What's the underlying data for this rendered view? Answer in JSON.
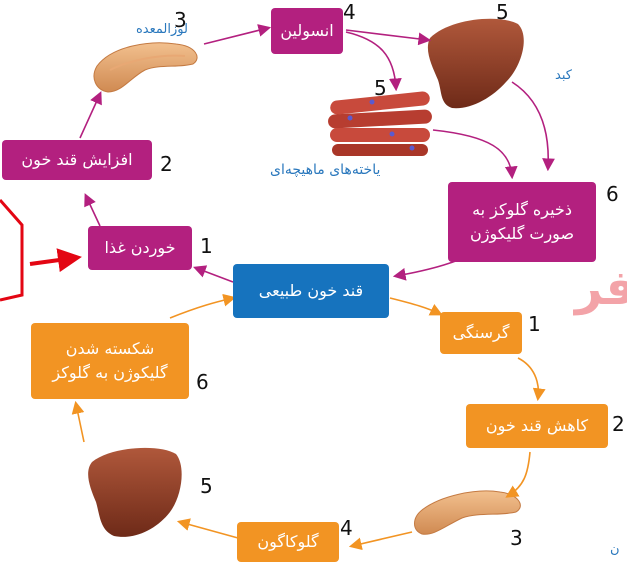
{
  "labels": {
    "pancreas": "لوزالمعده",
    "liver": "کبد",
    "muscle_cells": "یاخته‌های ماهیچه‌ای",
    "corner_fragment": "ن"
  },
  "boxes": {
    "insulin": "انسولین",
    "blood_sugar_increase": "افزایش قند خون",
    "eating_food": "خوردن غذا",
    "glycogen_storage_line1": "ذخیره گلوکز به",
    "glycogen_storage_line2": "صورت گلیکوژن",
    "normal_blood_sugar": "قند خون طبیعی",
    "hunger": "گرسنگی",
    "blood_sugar_decrease": "کاهش قند خون",
    "glucagon": "گلوکاگون",
    "glycogen_breakdown_line1": "شکسته شدن",
    "glycogen_breakdown_line2": "گلیکوژن به گلوکز"
  },
  "numbers": {
    "n_pancreas_top": "3",
    "n_insulin": "4",
    "n_liver_top": "5",
    "n_muscle": "5",
    "n_storage": "6",
    "n_increase": "2",
    "n_eating": "1",
    "n_hunger": "1",
    "n_decrease": "2",
    "n_pancreas_bottom": "3",
    "n_glucagon": "4",
    "n_liver_bottom": "5",
    "n_breakdown": "6"
  },
  "watermark": "فر",
  "colors": {
    "magenta": "#b3207f",
    "orange": "#f29423",
    "blue": "#1673be",
    "red_arrow": "#e30613"
  }
}
